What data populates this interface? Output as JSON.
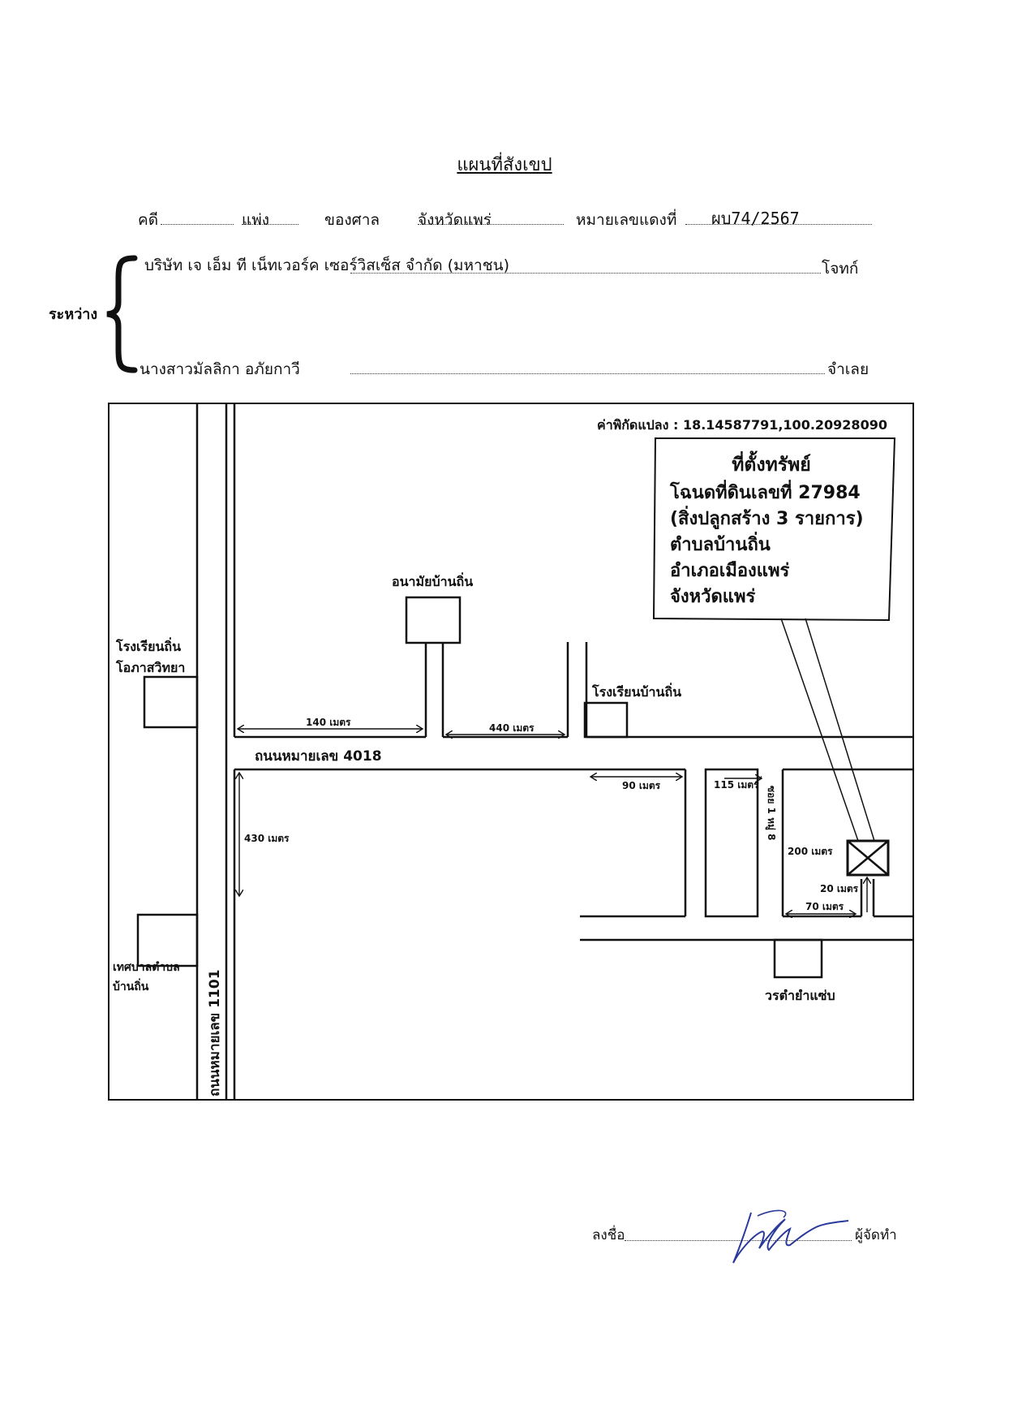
{
  "document": {
    "title": "แผนที่สังเขป",
    "case_label": "คดี",
    "case_type": "แพ่ง",
    "court_label": "ของศาล",
    "court_name": "จังหวัดแพร่",
    "red_number_label": "หมายเลขแดงที่",
    "red_number": "ผบ74/2567",
    "between_label": "ระหว่าง",
    "plaintiff_name": "บริษัท เจ เอ็ม ที เน็ทเวอร์ค เซอร์วิสเซ็ส จำกัด (มหาชน)",
    "plaintiff_role": "โจทก์",
    "defendant_name": "นางสาวมัลลิกา อภัยกาวี",
    "defendant_role": "จำเลย",
    "sign_label": "ลงชื่อ",
    "preparer_role": "ผู้จัดทำ"
  },
  "map": {
    "coordinates": "ค่าพิกัดแปลง : 18.14587791,100.20928090",
    "property_box": {
      "line1": "ที่ตั้งทรัพย์",
      "line2": "โฉนดที่ดินเลขที่ 27984",
      "line3": "(สิ่งปลูกสร้าง 3 รายการ)",
      "line4": "ตำบลบ้านถิ่น",
      "line5": "อำเภอเมืองแพร่",
      "line6": "จังหวัดแพร่"
    },
    "landmarks": {
      "health_center": "อนามัยบ้านถิ่น",
      "school_opportunity_1": "โรงเรียนถิ่น",
      "school_opportunity_2": "โอภาสวิทยา",
      "school_banthin": "โรงเรียนบ้านถิ่น",
      "municipality_1": "เทศบาลตำบล",
      "municipality_2": "บ้านถิ่น",
      "restaurant": "วรตำยำแซ่บ"
    },
    "roads": {
      "road_4018": "ถนนหมายเลข 4018",
      "road_1101": "ถนนหมายเลข 1101",
      "soi": "ซอย 1 หมู่ 8"
    },
    "distances": {
      "d140": "140 เมตร",
      "d440": "440 เมตร",
      "d430": "430 เมตร",
      "d90": "90 เมตร",
      "d115": "115 เมตร",
      "d200": "200 เมตร",
      "d20": "20 เมตร",
      "d70": "70 เมตร"
    }
  },
  "colors": {
    "ink": "#111111",
    "signature": "#2a3a9a"
  },
  "icons": {
    "property_marker": "crossed-square-icon",
    "signature": "handwritten-signature"
  }
}
